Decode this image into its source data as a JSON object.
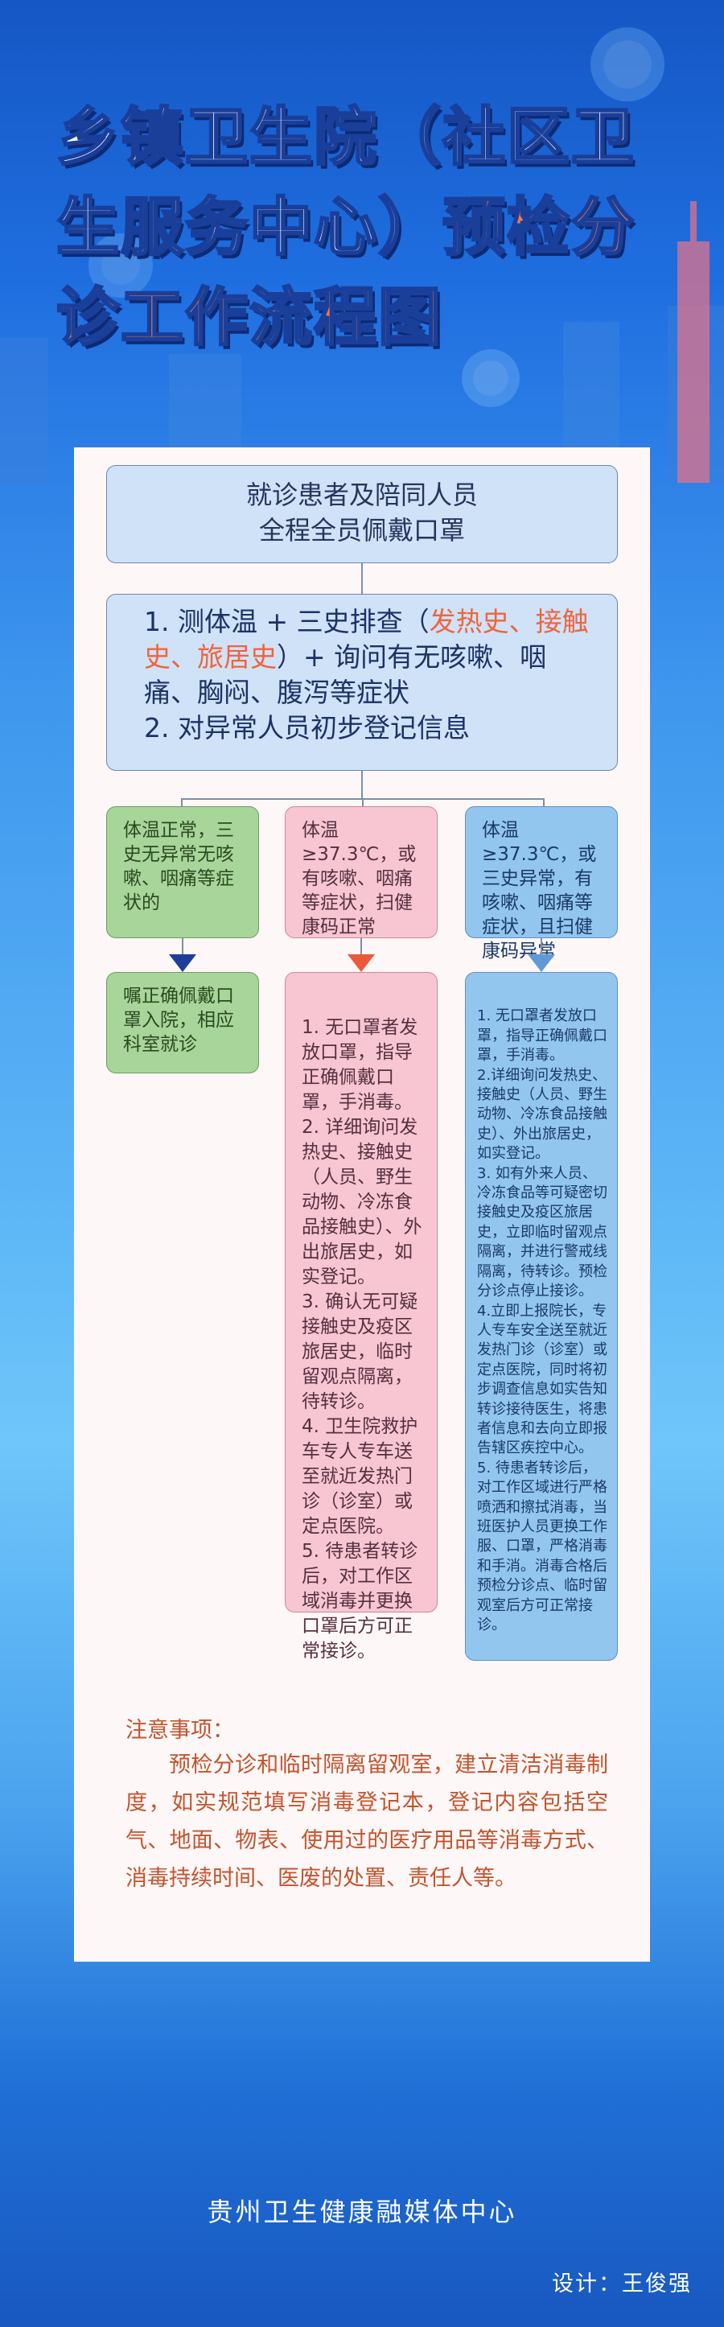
{
  "title": {
    "line1": "乡镇卫生院（社区卫",
    "line2_white": "生服务中心）",
    "line2_accent": "预检分",
    "line3_accent": "诊工作流程图",
    "accent_color": "#f07a4e"
  },
  "flow": {
    "top_box": {
      "line1": "就诊患者及陪同人员",
      "line2": "全程全员佩戴口罩"
    },
    "check_box": {
      "part1": "1. 测体温 + 三史排查（",
      "highlight": "发热史、接触史、旅居史",
      "part2": "）+ 询问有无咳嗽、咽痛、胸闷、腹泻等症状",
      "line2": "2. 对异常人员初步登记信息"
    },
    "branches": [
      {
        "condition": "体温正常，三史无异常无咳嗽、咽痛等症状的",
        "action": "嘱正确佩戴口罩入院，相应科室就诊",
        "color": "#a8d59a"
      },
      {
        "condition": "体温≥37.3℃，或有咳嗽、咽痛等症状，扫健康码正常",
        "action": "1. 无口罩者发放口罩，指导正确佩戴口罩，手消毒。\n2. 详细询问发热史、接触史（人员、野生动物、冷冻食品接触史）、外出旅居史，如实登记。\n3. 确认无可疑接触史及疫区旅居史，临时留观点隔离，待转诊。\n4. 卫生院救护车专人专车送至就近发热门诊（诊室）或定点医院。\n5. 待患者转诊后，对工作区域消毒并更换口罩后方可正常接诊。",
        "color": "#f8c6d2"
      },
      {
        "condition": "体温≥37.3℃，或三史异常，有咳嗽、咽痛等症状，且扫健康码异常",
        "action": "1. 无口罩者发放口罩，指导正确佩戴口罩，手消毒。\n2.详细询问发热史、接触史（人员、野生动物、冷冻食品接触史）、外出旅居史，如实登记。\n3. 如有外来人员、冷冻食品等可疑密切接触史及疫区旅居史，立即临时留观点隔离，并进行警戒线隔离，待转诊。预检分诊点停止接诊。\n4.立即上报院长，专人专车安全送至就近发热门诊（诊室）或定点医院，同时将初步调查信息如实告知转诊接待医生，将患者信息和去向立即报告辖区疾控中心。\n5. 待患者转诊后，对工作区域进行严格喷洒和擦拭消毒，当班医护人员更换工作服、口罩，严格消毒和手消。消毒合格后预检分诊点、临时留观室后方可正常接诊。",
        "color": "#92c6ef"
      }
    ]
  },
  "notes": {
    "title": "注意事项：",
    "body": "预检分诊和临时隔离留观室，建立清洁消毒制度，如实规范填写消毒登记本，登记内容包括空气、地面、物表、使用过的医疗用品等消毒方式、消毒持续时间、医废的处置、责任人等。"
  },
  "footer": {
    "org": "贵州卫生健康融媒体中心",
    "designer": "设计：王俊强"
  }
}
